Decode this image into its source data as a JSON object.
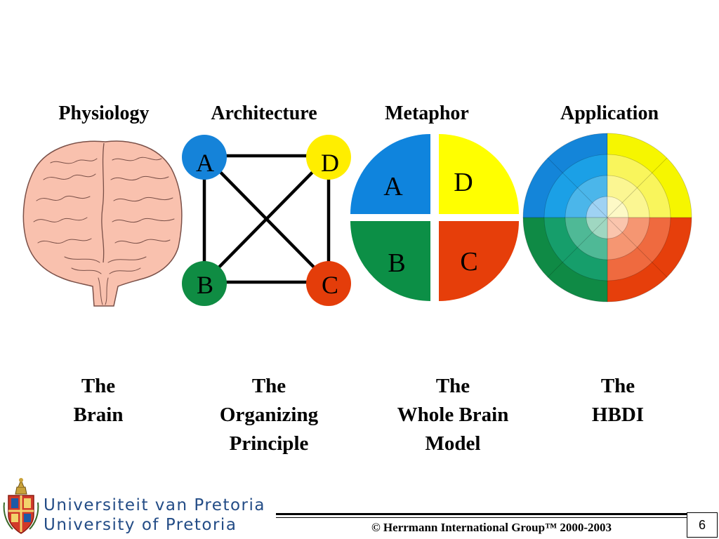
{
  "headings": {
    "physiology": "Physiology",
    "architecture": "Architecture",
    "metaphor": "Metaphor",
    "application": "Application"
  },
  "captions": {
    "brain": [
      "The",
      "Brain"
    ],
    "organizing": [
      "The",
      "Organizing",
      "Principle"
    ],
    "whole_brain": [
      "The",
      "Whole Brain",
      "Model"
    ],
    "hbdi": [
      "The",
      "HBDI"
    ]
  },
  "architecture_nodes": [
    {
      "label": "A",
      "color": "#1583d9"
    },
    {
      "label": "D",
      "color": "#ffee00"
    },
    {
      "label": "B",
      "color": "#0f8c43"
    },
    {
      "label": "C",
      "color": "#e43d0a"
    }
  ],
  "metaphor_quadrants": [
    {
      "label": "A",
      "color": "#0f84dd"
    },
    {
      "label": "D",
      "color": "#ffff00"
    },
    {
      "label": "B",
      "color": "#0c8f46"
    },
    {
      "label": "C",
      "color": "#e63e0a"
    }
  ],
  "hbdi_rings": {
    "A": [
      "#1485d9",
      "#1ba0e6",
      "#4bb6ea",
      "#9fd2f3"
    ],
    "D": [
      "#f6f600",
      "#f9f55c",
      "#fbf692",
      "#fdf9c6"
    ],
    "B": [
      "#0f8a45",
      "#169e6b",
      "#4fb996",
      "#9fd7c1"
    ],
    "C": [
      "#e63f0b",
      "#ef6a3f",
      "#f59672",
      "#fac5ad"
    ]
  },
  "footer": {
    "university_af": "Universiteit van Pretoria",
    "university_en": "University of Pretoria",
    "copyright": "© Herrmann International Group™ 2000-2003",
    "page_number": "6"
  },
  "colors": {
    "brain_fill": "#f9c1ae",
    "brain_stroke": "#7a5048",
    "university_blue": "#234c86"
  },
  "icons": {
    "brain": "brain-illustration",
    "crest": "university-crest"
  }
}
